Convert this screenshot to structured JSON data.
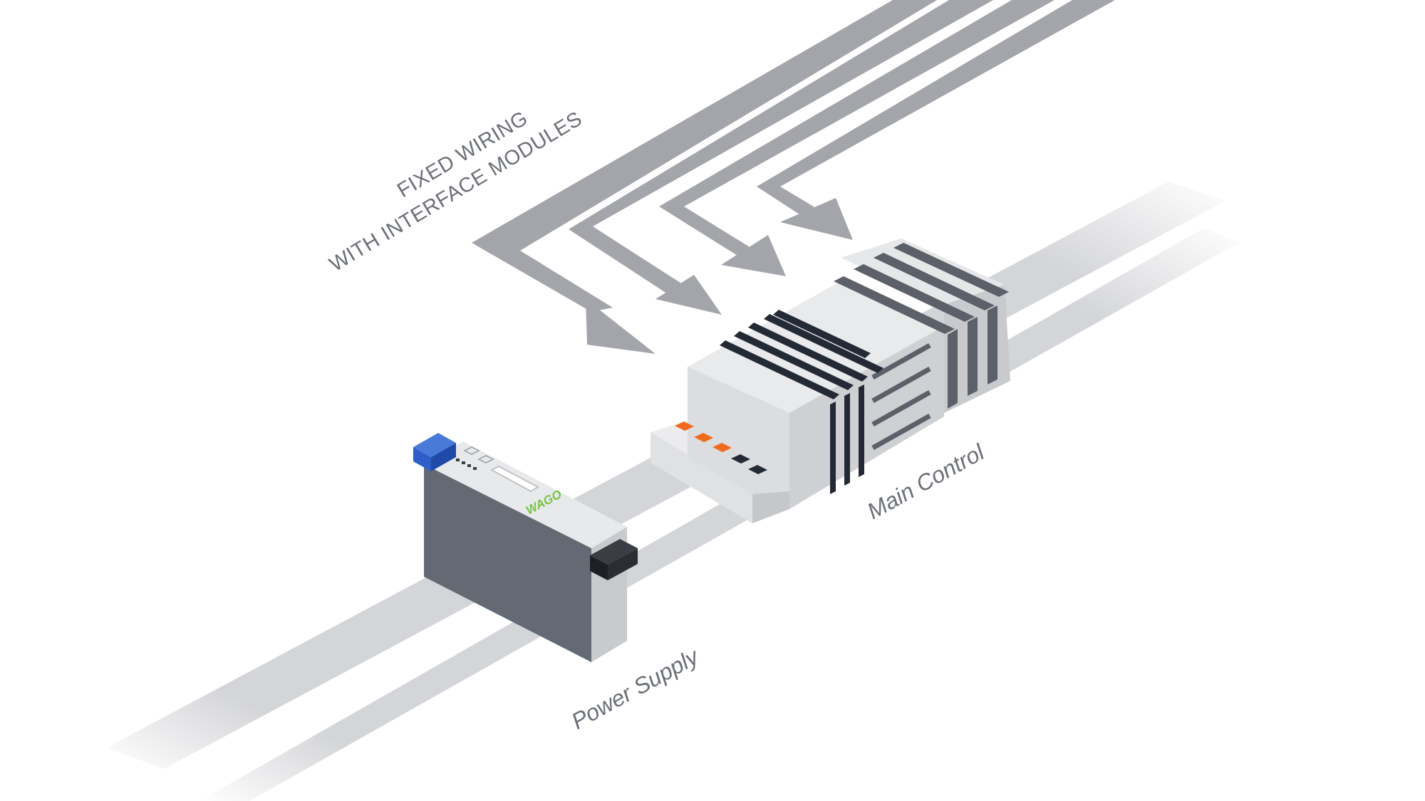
{
  "labels": {
    "wiring_line1": "FIXED WIRING",
    "wiring_line2": "WITH INTERFACE MODULES",
    "power_supply": "Power Supply",
    "main_control": "Main Control",
    "logo": "WAGO"
  },
  "colors": {
    "rail": "#d4d5d8",
    "wire": "#a3a5aa",
    "module_light": "#e6e7e9",
    "module_mid": "#d0d1d4",
    "module_dark": "#646a73",
    "stripe_dark": "#232a36",
    "stripe_gray": "#5b6069",
    "led_orange": "#f06a1e",
    "connector_blue": "#2e5ec9",
    "logo_green": "#76c442",
    "label": "#6b6f76"
  },
  "icons": [
    "arrow-icon",
    "led-icon",
    "connector-icon",
    "button-icon"
  ]
}
